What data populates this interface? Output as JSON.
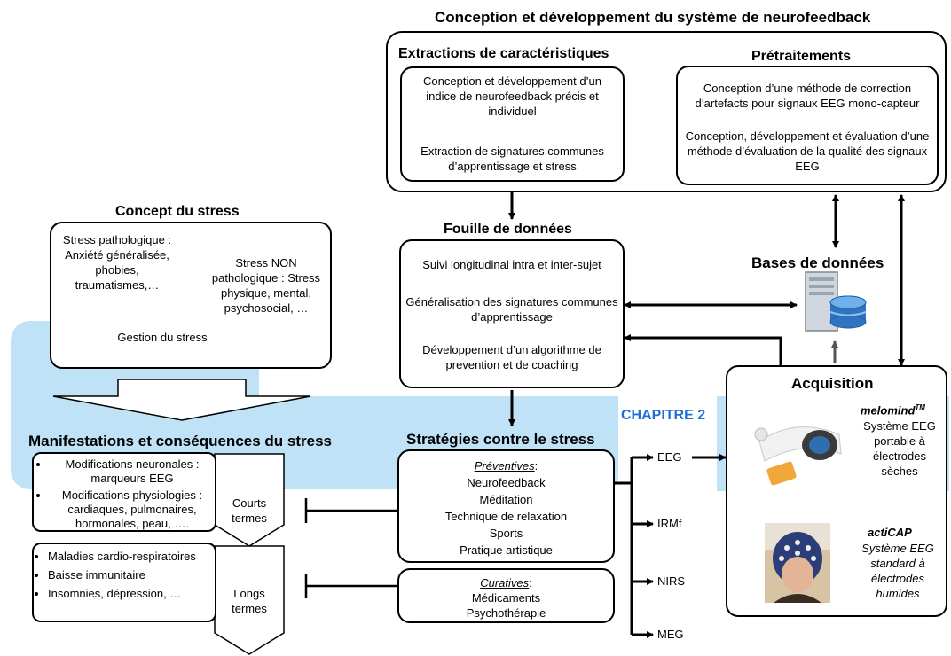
{
  "conception": {
    "title": "Conception et développement du système de neurofeedback",
    "extraction": {
      "title": "Extractions de caractéristiques",
      "item1": "Conception et développement d’un indice de neurofeedback précis et individuel",
      "item2": "Extraction de signatures communes d’apprentissage et stress"
    },
    "pretraitements": {
      "title": "Prétraitements",
      "item1": "Conception d’une méthode de correction d’artefacts pour signaux EEG mono-capteur",
      "item2": "Conception, développement et évaluation d’une méthode d’évaluation de la qualité des signaux EEG"
    }
  },
  "stress_concept": {
    "title": "Concept du stress",
    "pathological": "Stress pathologique : Anxiété généralisée, phobies, traumatismes,…",
    "non_pathological": "Stress NON pathologique : Stress physique, mental, psychosocial, …",
    "management": "Gestion du stress"
  },
  "fouille": {
    "title": "Fouille de données",
    "item1": "Suivi longitudinal intra et inter-sujet",
    "item2": "Généralisation des signatures communes d’apprentissage",
    "item3": "Développement d’un algorithme de prevention et de coaching"
  },
  "databases": {
    "title": "Bases de données",
    "icon": "database-server-icon"
  },
  "chapter_label": "CHAPITRE 2",
  "manifestations": {
    "title": "Manifestations et conséquences du stress",
    "short": {
      "items": [
        "Modifications neuronales : marqueurs EEG",
        "Modifications physiologies : cardiaques, pulmonaires, hormonales, peau, …."
      ],
      "label": "Courts termes"
    },
    "long": {
      "items": [
        "Maladies cardio-respiratoires",
        "Baisse immunitaire",
        "Insomnies, dépression, …"
      ],
      "label": "Longs termes"
    }
  },
  "strategies": {
    "title": "Stratégies contre le stress",
    "preventive": {
      "heading": "Préventives",
      "colon": ":",
      "items": [
        "Neurofeedback",
        "Méditation",
        "Technique de relaxation",
        "Sports",
        "Pratique artistique"
      ]
    },
    "curative": {
      "heading": "Curatives",
      "colon": ":",
      "items": [
        "Médicaments",
        "Psychothérapie"
      ]
    }
  },
  "modalities": [
    "EEG",
    "IRMf",
    "NIRS",
    "MEG"
  ],
  "acquisition": {
    "title": "Acquisition",
    "melomind": {
      "name": "melomind",
      "superscript": "TM",
      "description": "Système EEG portable à électrodes sèches"
    },
    "acticap": {
      "name": "actiCAP",
      "description": "Système EEG standard à électrodes humides"
    }
  },
  "colors": {
    "highlight": "#bfe2f7",
    "chapter": "#1f6fd1"
  }
}
